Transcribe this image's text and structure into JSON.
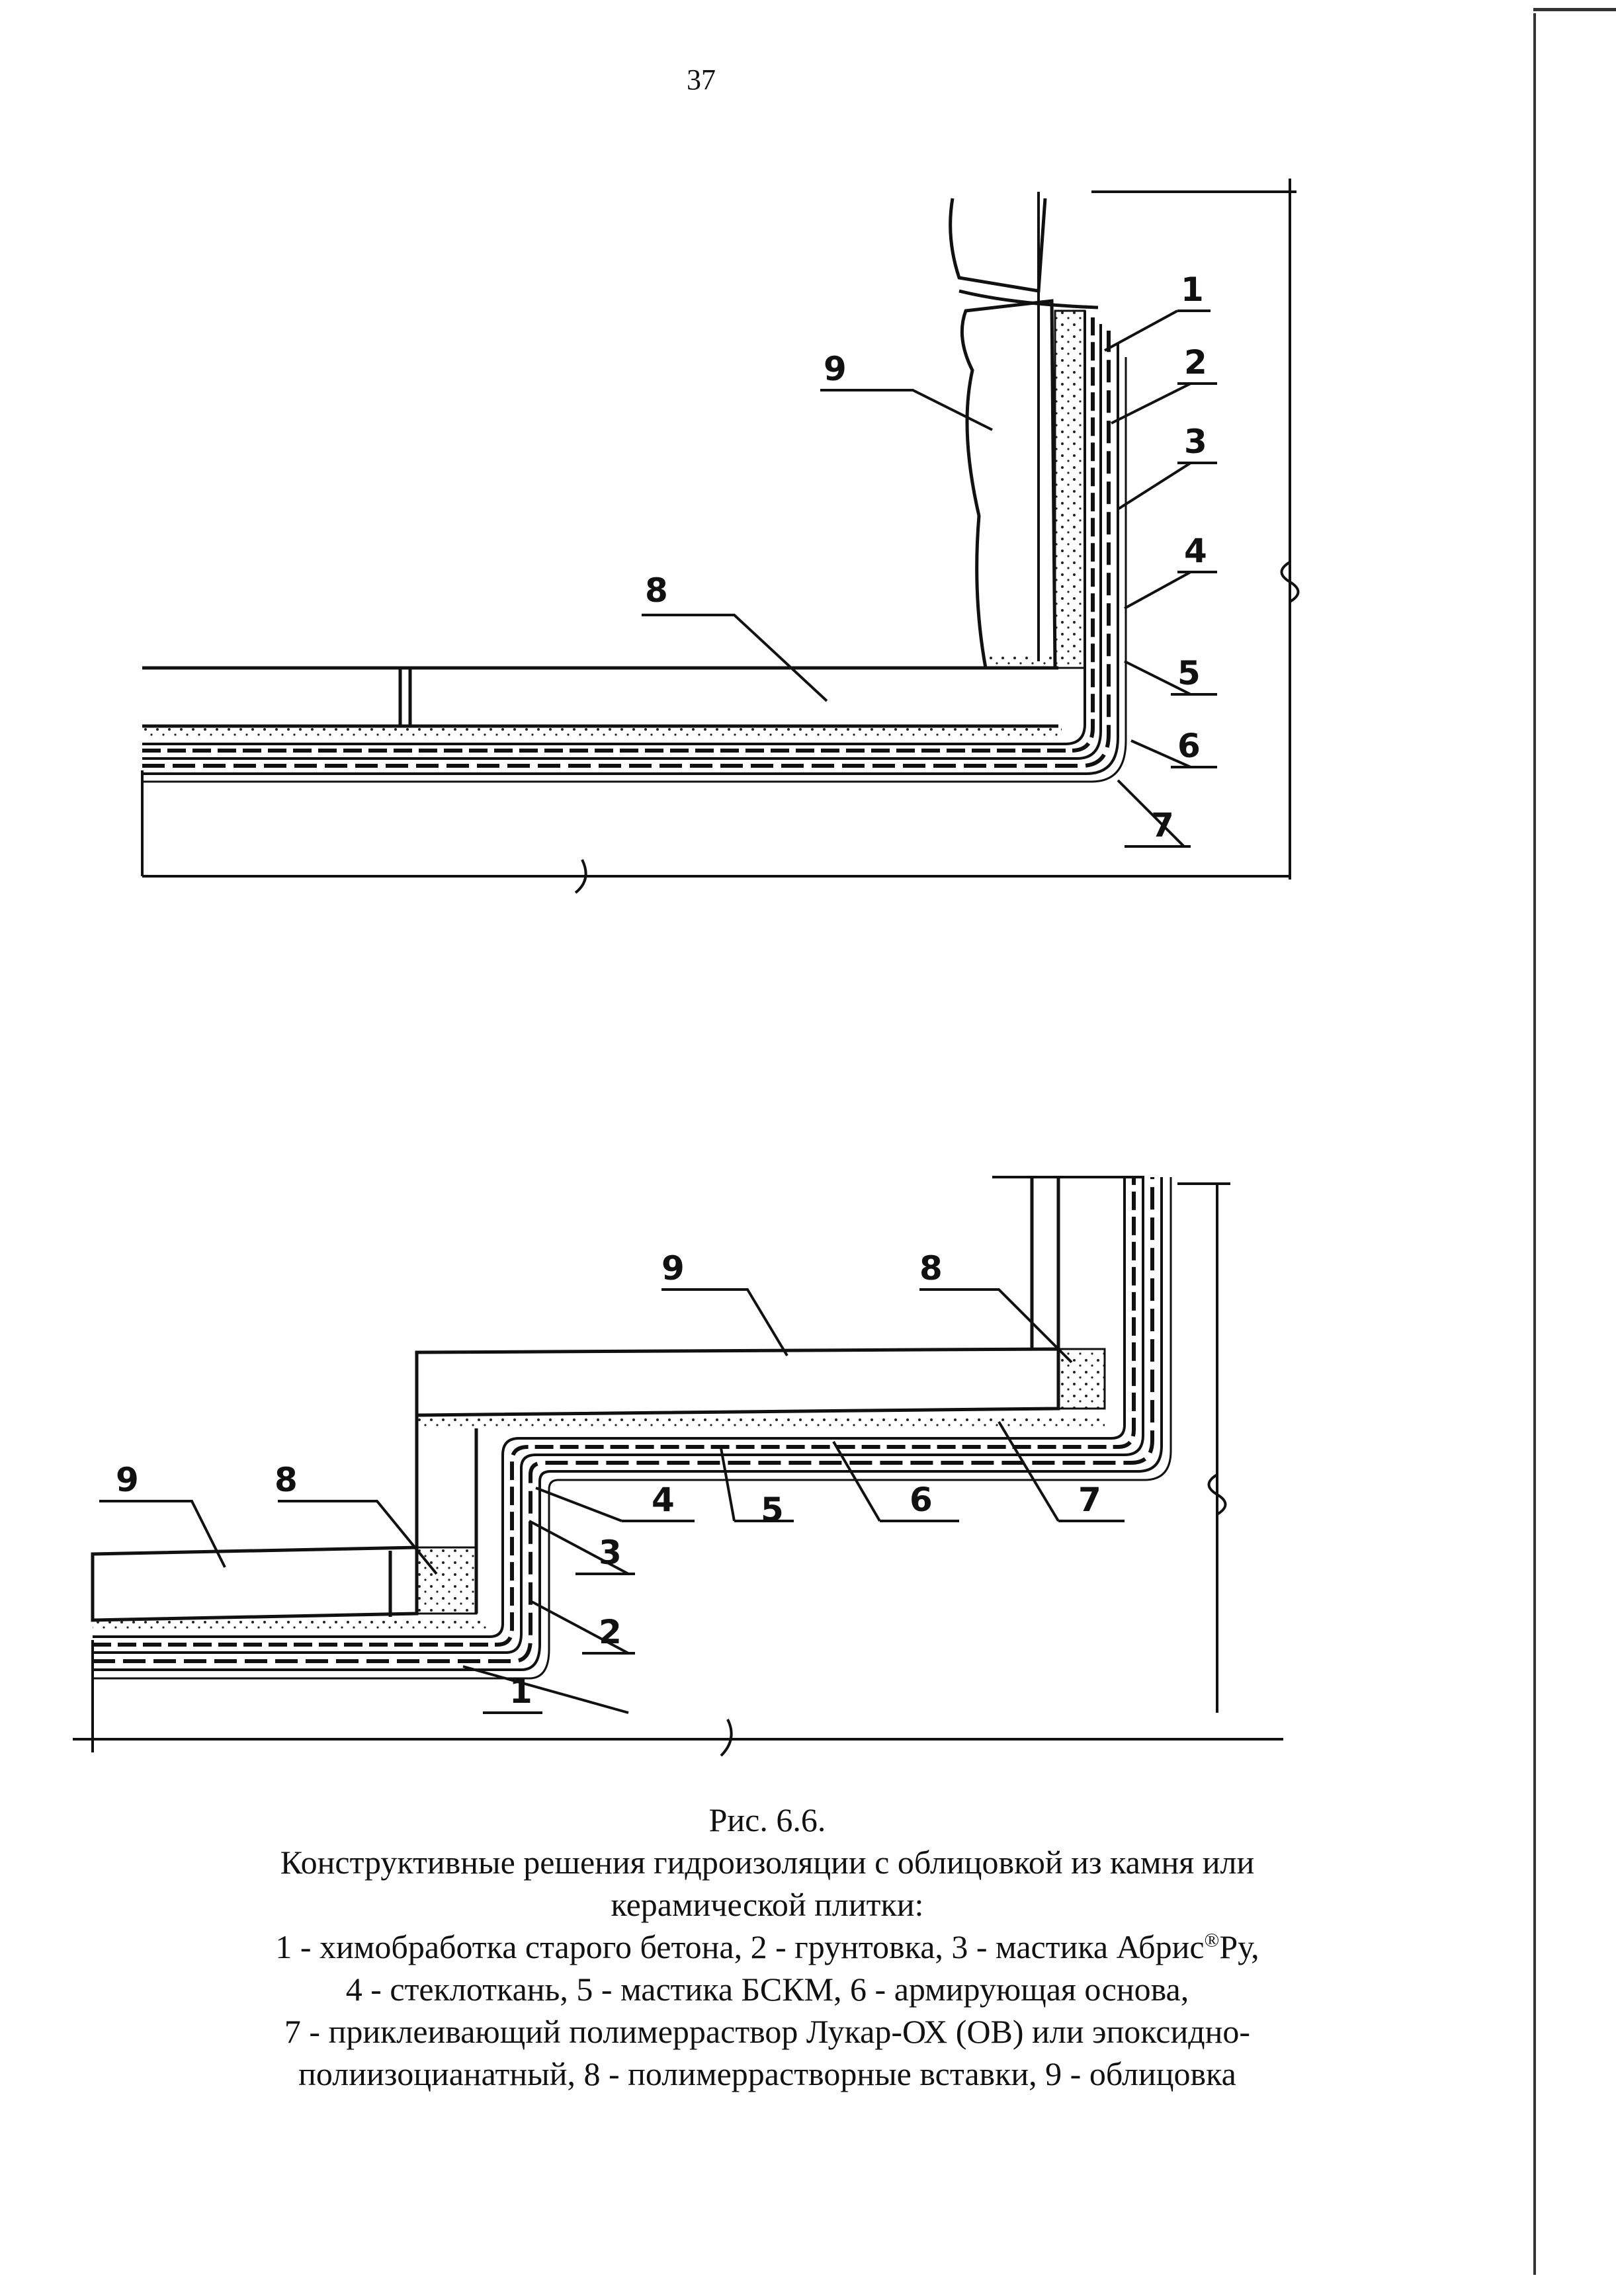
{
  "page_number": "37",
  "figure1": {
    "labels": {
      "l1": "1",
      "l2": "2",
      "l3": "3",
      "l4": "4",
      "l5": "5",
      "l6": "6",
      "l7": "7",
      "l8": "8",
      "l9": "9"
    }
  },
  "figure2": {
    "labels": {
      "l1": "1",
      "l2": "2",
      "l3": "3",
      "l4": "4",
      "l5": "5",
      "l6": "6",
      "l7": "7",
      "l8a": "8",
      "l8b": "8",
      "l9a": "9",
      "l9b": "9"
    }
  },
  "caption": {
    "fig_ref": "Рис. 6.6.",
    "title_line1": "Конструктивные решения гидроизоляции с облицовкой из камня или",
    "title_line2": "керамической плитки:",
    "legend_line1_a": "1 - химобработка старого бетона, 2 - грунтовка, 3 - мастика Абрис",
    "legend_line1_sup": "®",
    "legend_line1_b": "Ру,",
    "legend_line2": "4 - стеклоткань, 5 - мастика БСКМ, 6 - армирующая основа,",
    "legend_line3": "7 - приклеивающий полимерраствор Лукар-ОХ (ОВ) или эпоксидно-",
    "legend_line4": "полиизоцианатный, 8 - полимеррастворные вставки, 9 - облицовка"
  }
}
